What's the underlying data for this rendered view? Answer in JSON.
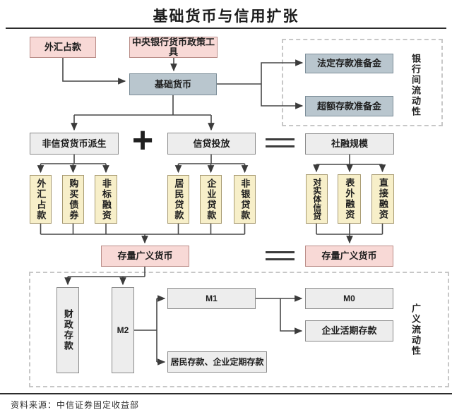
{
  "title": "基础货币与信用扩张",
  "source_note": "资料来源：中信证券固定收益部",
  "operators": {
    "plus": "+"
  },
  "side_labels": {
    "interbank_liquidity": "银行间流动性",
    "broad_liquidity": "广义流动性"
  },
  "nodes": {
    "foreign_exchange_top": "外汇占款",
    "central_bank_tools": "中央银行货币政策工具",
    "base_money": "基础货币",
    "required_reserves": "法定存款准备金",
    "excess_reserves": "超额存款准备金",
    "non_credit_derivation": "非信贷货币派生",
    "credit_extension": "信贷投放",
    "social_financing": "社融规模",
    "foreign_exchange": "外汇占款",
    "bond_purchase": "购买债券",
    "non_standard_financing": "非标融资",
    "household_loans": "居民贷款",
    "corporate_loans": "企业贷款",
    "non_bank_loans": "非银贷款",
    "real_economy_credit": "对实体信贷",
    "off_balance_financing": "表外融资",
    "direct_financing": "直接融资",
    "broad_money_stock_left": "存量广义货币",
    "broad_money_stock_right": "存量广义货币",
    "fiscal_deposits": "财政存款",
    "m2": "M2",
    "m1": "M1",
    "m0": "M0",
    "corporate_demand_deposits": "企业活期存款",
    "household_and_corporate_time_deposits": "居民存款、企业定期存款"
  },
  "colors": {
    "pink_fill": "#f8d9d6",
    "pink_border": "#ba8d88",
    "blue_fill": "#b9c6ce",
    "blue_border": "#7c8d98",
    "gray_fill": "#ededed",
    "gray_border": "#8a8a8a",
    "yellow_fill": "#f7efc9",
    "yellow_border": "#a89b73",
    "line": "#3f3f3f"
  }
}
